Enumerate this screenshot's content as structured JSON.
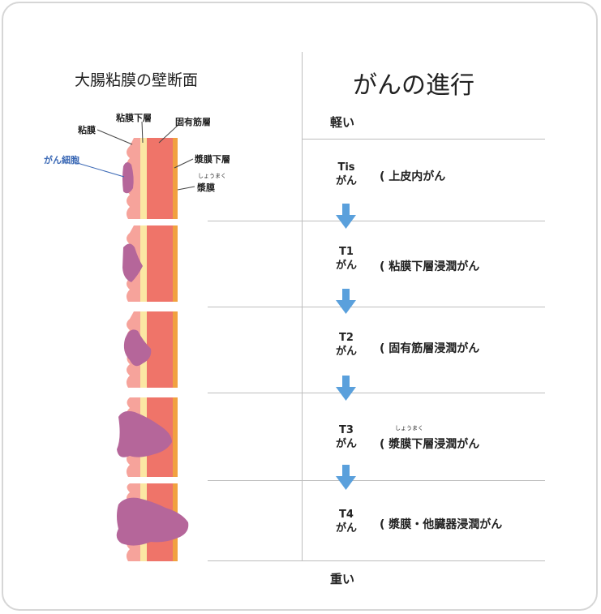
{
  "left_title": "大腸粘膜の壁断面",
  "right_title": "がんの進行",
  "layer_labels": {
    "mucosa": "粘膜",
    "submucosa": "粘膜下層",
    "muscularis": "固有筋層",
    "subserosa": "漿膜下層",
    "serosa_ruby": "しょうまく",
    "serosa": "漿膜",
    "cancer_cell": "がん細胞"
  },
  "severity": {
    "light": "軽い",
    "heavy": "重い"
  },
  "stages": [
    {
      "code": "Tis",
      "suffix": "がん",
      "paren": "(",
      "description": "上皮内がん"
    },
    {
      "code": "T1",
      "suffix": "がん",
      "paren": "(",
      "description": "粘膜下層浸潤がん"
    },
    {
      "code": "T2",
      "suffix": "がん",
      "paren": "(",
      "description": "固有筋層浸潤がん"
    },
    {
      "code": "T3",
      "suffix": "がん",
      "paren": "(",
      "ruby": "しょうまく",
      "description": "漿膜下層浸潤がん"
    },
    {
      "code": "T4",
      "suffix": "がん",
      "paren": "(",
      "description": "漿膜・他臓器浸潤がん"
    }
  ],
  "colors": {
    "mucosa": "#f6a39b",
    "submucosa": "#fbe7a3",
    "muscularis": "#ef7469",
    "serosa": "#f1a140",
    "tumor": "#b5669a",
    "arrow": "#5aa0dc",
    "rule": "#bdbdbd"
  }
}
